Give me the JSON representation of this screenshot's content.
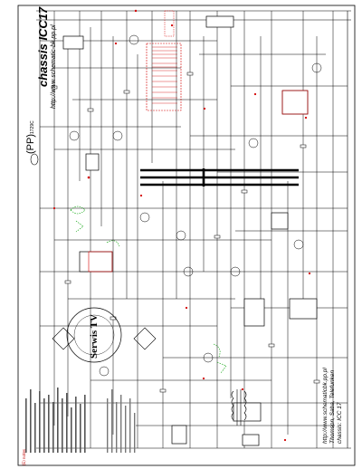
{
  "schematic": {
    "title": "chassis ICC17",
    "url_top": "http://www.schematic-bk.pp.pl",
    "pp_mark": "(PP)",
    "pp_sub": "1729C",
    "credit_lines": [
      "http://www.schematicbk.pp.pl",
      "Thomson, Saba, Telefunken",
      "chassis: ICC 17"
    ],
    "stamp_center": "Serwis TV",
    "notes_label": "(E) notes"
  },
  "colors": {
    "ink": "#000000",
    "red": "#d40000",
    "green": "#00a000",
    "bg": "#ffffff"
  }
}
